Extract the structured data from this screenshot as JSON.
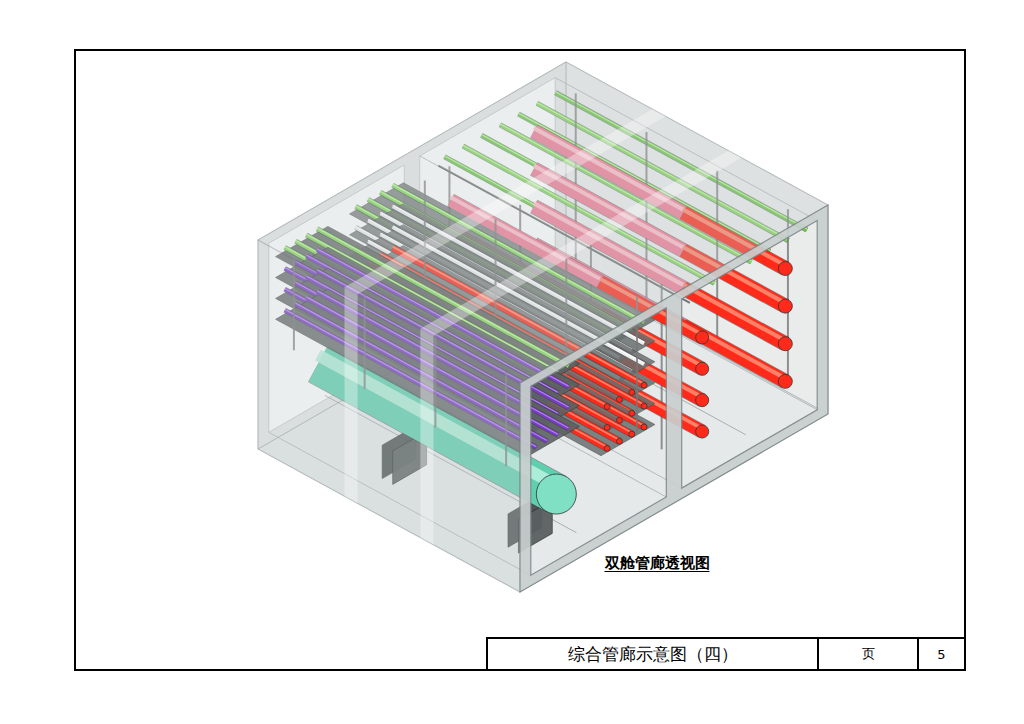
{
  "diagram": {
    "title": "综合管廊示意图（四）",
    "caption": "双舱管廊透视图",
    "labels": [
      "页",
      "5"
    ]
  }
}
